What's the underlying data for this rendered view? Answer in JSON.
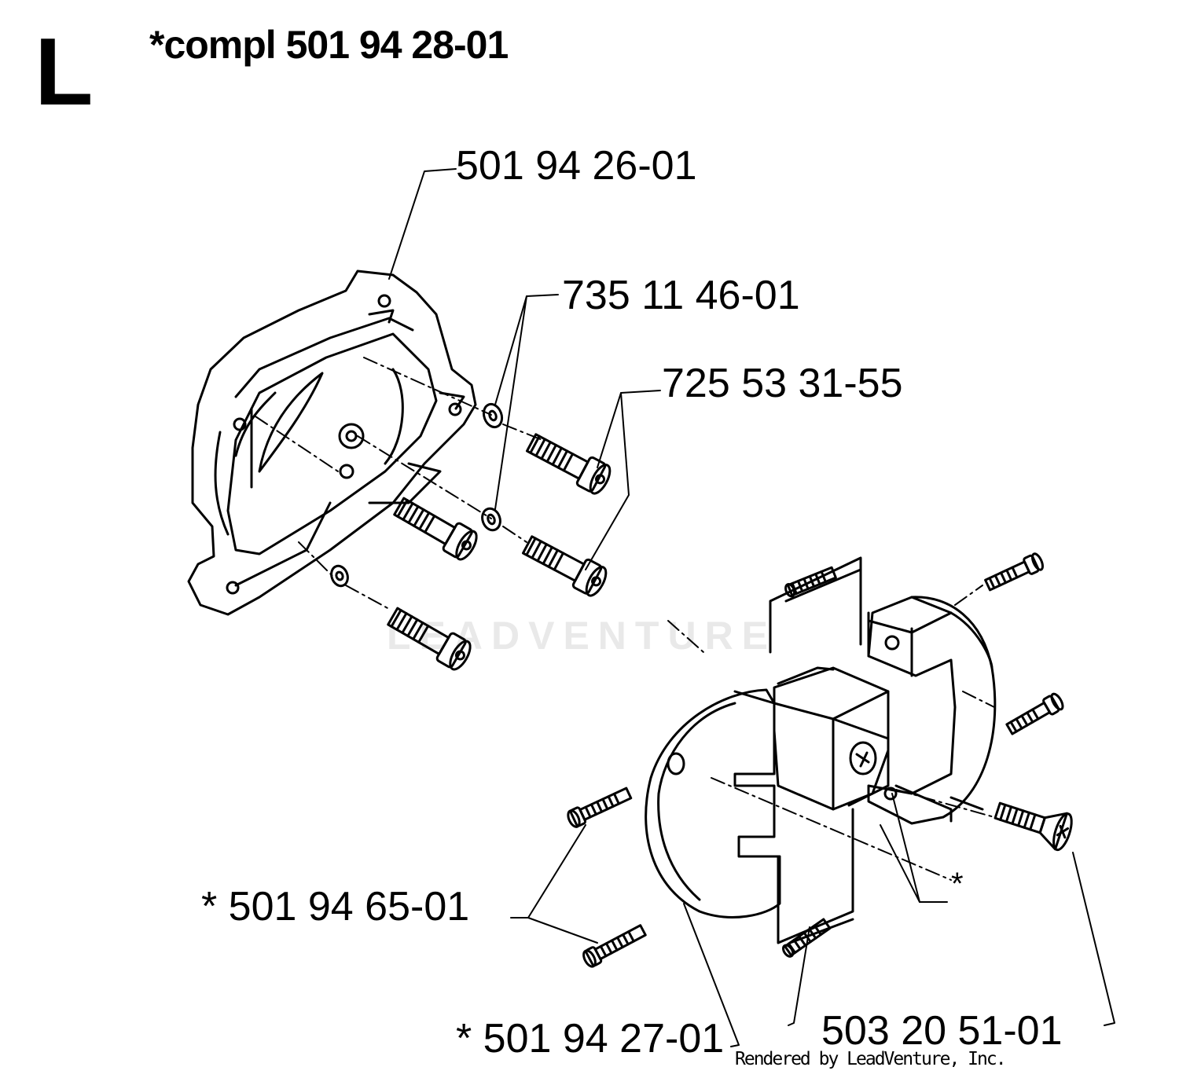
{
  "header": {
    "section_letter": "L",
    "compl_label": "*compl 501 94 28-01"
  },
  "parts": {
    "clutch_housing": "501 94 26-01",
    "washer": "735 11 46-01",
    "housing_screw": "725 53 31-55",
    "clutch_screw": "* 501 94 65-01",
    "clutch_shoe": "* 501 94 27-01",
    "spring_screw": "503 20 51-01",
    "kit_marker": "*"
  },
  "watermark": "LEADVENTURE",
  "footer": "Rendered by LeadVenture, Inc."
}
